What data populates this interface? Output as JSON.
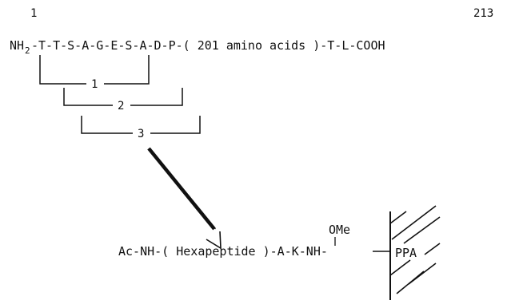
{
  "sequence": {
    "start_number": "1",
    "end_number": "213",
    "n_terminus": "NH",
    "n_subscript": "2",
    "line": "-T-T-S-A-G-E-S-A-D-P-( 201 amino acids )-T-L-COOH"
  },
  "brackets": [
    {
      "label": "1"
    },
    {
      "label": "2"
    },
    {
      "label": "3"
    }
  ],
  "conjugate": {
    "formula": "Ac-NH-( Hexapeptide )-A-K-NH-",
    "methoxy": "OMe",
    "resin": "PPA"
  }
}
